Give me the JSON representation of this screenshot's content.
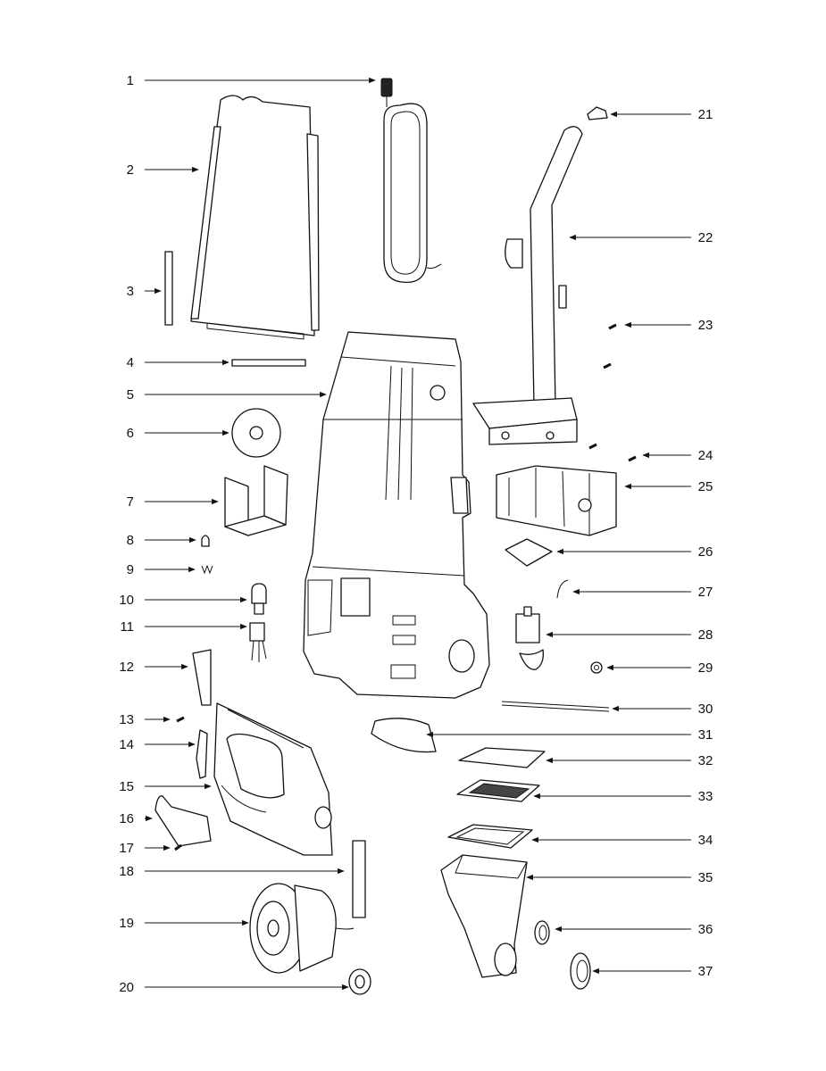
{
  "callouts": [
    {
      "num": "1"
    },
    {
      "num": "2"
    },
    {
      "num": "3"
    },
    {
      "num": "4"
    },
    {
      "num": "5"
    },
    {
      "num": "6"
    },
    {
      "num": "7"
    },
    {
      "num": "8"
    },
    {
      "num": "9"
    },
    {
      "num": "10"
    },
    {
      "num": "11"
    },
    {
      "num": "12"
    },
    {
      "num": "13"
    },
    {
      "num": "14"
    },
    {
      "num": "15"
    },
    {
      "num": "16"
    },
    {
      "num": "17"
    },
    {
      "num": "18"
    },
    {
      "num": "19"
    },
    {
      "num": "20"
    },
    {
      "num": "21"
    },
    {
      "num": "22"
    },
    {
      "num": "23"
    },
    {
      "num": "24"
    },
    {
      "num": "25"
    },
    {
      "num": "26"
    },
    {
      "num": "27"
    },
    {
      "num": "28"
    },
    {
      "num": "29"
    },
    {
      "num": "30"
    },
    {
      "num": "31"
    },
    {
      "num": "32"
    },
    {
      "num": "33"
    },
    {
      "num": "34"
    },
    {
      "num": "35"
    },
    {
      "num": "36"
    },
    {
      "num": "37"
    }
  ],
  "colors": {
    "ink": "#111111",
    "paper": "#ffffff"
  }
}
